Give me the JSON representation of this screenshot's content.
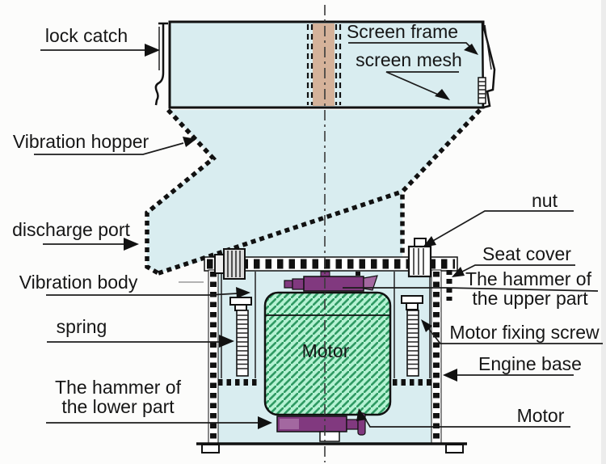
{
  "labels": {
    "lock_catch": "lock catch",
    "screen_frame": "Screen frame",
    "screen_mesh": "screen mesh",
    "vibration_hopper": "Vibration hopper",
    "discharge_port": "discharge port",
    "nut": "nut",
    "seat_cover": "Seat cover",
    "hammer_upper_l1": "The hammer of",
    "hammer_upper_l2": "the upper part",
    "motor_fixing_screw": "Motor fixing screw",
    "engine_base": "Engine base",
    "motor_lower": "Motor",
    "spring": "spring",
    "hammer_lower_l1": "The hammer of",
    "hammer_lower_l2": "the lower part",
    "vibration_body": "Vibration body",
    "motor_core": "Motor"
  },
  "colors": {
    "machine_cyan": "#d9edf0",
    "mesh_tan": "#d5b29a",
    "motor_fill": "#b5f2d3",
    "motor_hatch": "#2f9a63",
    "hammer_purple": "#81397f",
    "hammer_purple_light": "#a368a0",
    "motor_text": "#2fa183",
    "ink": "#111111"
  }
}
